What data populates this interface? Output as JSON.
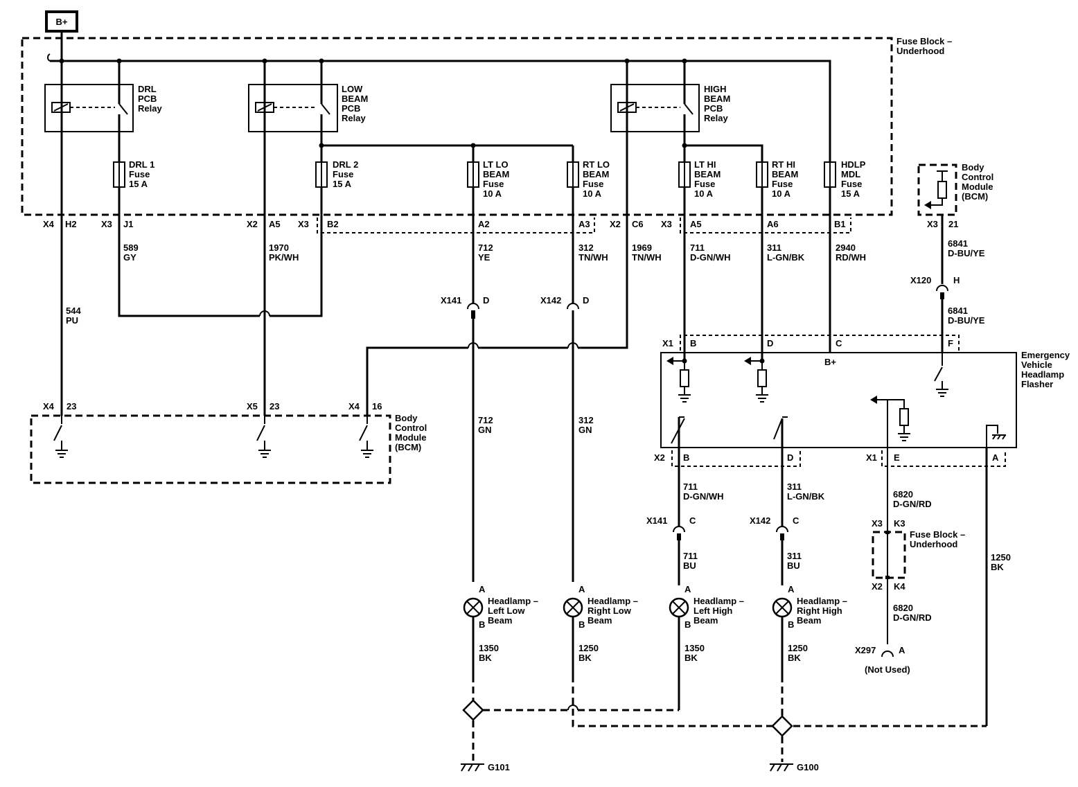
{
  "power": {
    "label": "B+"
  },
  "fuse_block": {
    "lines": [
      "Fuse Block –",
      "Underhood"
    ]
  },
  "relays": [
    {
      "id": "drl",
      "lines": [
        "DRL",
        "PCB",
        "Relay"
      ]
    },
    {
      "id": "low",
      "lines": [
        "LOW",
        "BEAM",
        "PCB",
        "Relay"
      ]
    },
    {
      "id": "high",
      "lines": [
        "HIGH",
        "BEAM",
        "PCB",
        "Relay"
      ]
    }
  ],
  "fuses": [
    {
      "id": "drl1",
      "lines": [
        "DRL 1",
        "Fuse",
        "15 A"
      ]
    },
    {
      "id": "drl2",
      "lines": [
        "DRL 2",
        "Fuse",
        "15 A"
      ]
    },
    {
      "id": "ltlo",
      "lines": [
        "LT LO",
        "BEAM",
        "Fuse",
        "10 A"
      ]
    },
    {
      "id": "rtlo",
      "lines": [
        "RT LO",
        "BEAM",
        "Fuse",
        "10 A"
      ]
    },
    {
      "id": "lthi",
      "lines": [
        "LT HI",
        "BEAM",
        "Fuse",
        "10 A"
      ]
    },
    {
      "id": "rthi",
      "lines": [
        "RT HI",
        "BEAM",
        "Fuse",
        "10 A"
      ]
    },
    {
      "id": "hdlp",
      "lines": [
        "HDLP",
        "MDL",
        "Fuse",
        "15 A"
      ]
    }
  ],
  "pins_top": [
    "X4",
    "H2",
    "X3",
    "J1",
    "X2",
    "A5",
    "X3",
    "B2",
    "A2",
    "A3",
    "X2",
    "C6",
    "X3",
    "A5",
    "A6",
    "B1"
  ],
  "wires": [
    {
      "id": "w589",
      "lines": [
        "589",
        "GY"
      ]
    },
    {
      "id": "w1970",
      "lines": [
        "1970",
        "PK/WH"
      ]
    },
    {
      "id": "w712",
      "lines": [
        "712",
        "YE"
      ]
    },
    {
      "id": "w312",
      "lines": [
        "312",
        "TN/WH"
      ]
    },
    {
      "id": "w1969",
      "lines": [
        "1969",
        "TN/WH"
      ]
    },
    {
      "id": "w711",
      "lines": [
        "711",
        "D-GN/WH"
      ]
    },
    {
      "id": "w311",
      "lines": [
        "311",
        "L-GN/BK"
      ]
    },
    {
      "id": "w2940",
      "lines": [
        "2940",
        "RD/WH"
      ]
    },
    {
      "id": "w544",
      "lines": [
        "544",
        "PU"
      ]
    },
    {
      "id": "w712gn",
      "lines": [
        "712",
        "GN"
      ]
    },
    {
      "id": "w312gn",
      "lines": [
        "312",
        "GN"
      ]
    },
    {
      "id": "w6841a",
      "lines": [
        "6841",
        "D-BU/YE"
      ]
    },
    {
      "id": "w6841b",
      "lines": [
        "6841",
        "D-BU/YE"
      ]
    },
    {
      "id": "w711b",
      "lines": [
        "711",
        "D-GN/WH"
      ]
    },
    {
      "id": "w311b",
      "lines": [
        "311",
        "L-GN/BK"
      ]
    },
    {
      "id": "w711bu",
      "lines": [
        "711",
        "BU"
      ]
    },
    {
      "id": "w311bu",
      "lines": [
        "311",
        "BU"
      ]
    },
    {
      "id": "w6820a",
      "lines": [
        "6820",
        "D-GN/RD"
      ]
    },
    {
      "id": "w6820b",
      "lines": [
        "6820",
        "D-GN/RD"
      ]
    },
    {
      "id": "w1250a",
      "lines": [
        "1250",
        "BK"
      ]
    },
    {
      "id": "w1350l",
      "lines": [
        "1350",
        "BK"
      ]
    },
    {
      "id": "w1250rl",
      "lines": [
        "1250",
        "BK"
      ]
    },
    {
      "id": "w1350h",
      "lines": [
        "1350",
        "BK"
      ]
    },
    {
      "id": "w1250rh",
      "lines": [
        "1250",
        "BK"
      ]
    }
  ],
  "connectors": {
    "x141": "X141",
    "x142": "X142",
    "x120": "X120",
    "x297": "X297",
    "pin_d": "D",
    "pin_c": "C",
    "pin_h": "H",
    "pin_a": "A",
    "not_used": "(Not Used)"
  },
  "bcm_left": {
    "lines": [
      "Body",
      "Control",
      "Module",
      "(BCM)"
    ],
    "pins": [
      "X4",
      "23",
      "X5",
      "23",
      "X4",
      "16"
    ]
  },
  "bcm_right": {
    "lines": [
      "Body",
      "Control",
      "Module",
      "(BCM)"
    ],
    "pins": [
      "X3",
      "21"
    ]
  },
  "flasher": {
    "lines": [
      "Emergency",
      "Vehicle",
      "Headlamp",
      "Flasher"
    ],
    "bplus": "B+",
    "pins_top": [
      "X1",
      "B",
      "D",
      "C",
      "F"
    ],
    "pins_bottom": [
      "X2",
      "B",
      "D",
      "X1",
      "E",
      "A"
    ]
  },
  "fuse_block_small": {
    "lines": [
      "Fuse Block –",
      "Underhood"
    ],
    "pins": [
      "X3",
      "K3",
      "X2",
      "K4"
    ]
  },
  "lamps": [
    {
      "id": "ll",
      "lines": [
        "Headlamp –",
        "Left Low",
        "Beam"
      ]
    },
    {
      "id": "rl",
      "lines": [
        "Headlamp –",
        "Right Low",
        "Beam"
      ]
    },
    {
      "id": "lh",
      "lines": [
        "Headlamp –",
        "Left High",
        "Beam"
      ]
    },
    {
      "id": "rh",
      "lines": [
        "Headlamp –",
        "Right High",
        "Beam"
      ]
    }
  ],
  "lamp_pins": [
    "A",
    "B"
  ],
  "grounds": [
    "G101",
    "G100"
  ]
}
